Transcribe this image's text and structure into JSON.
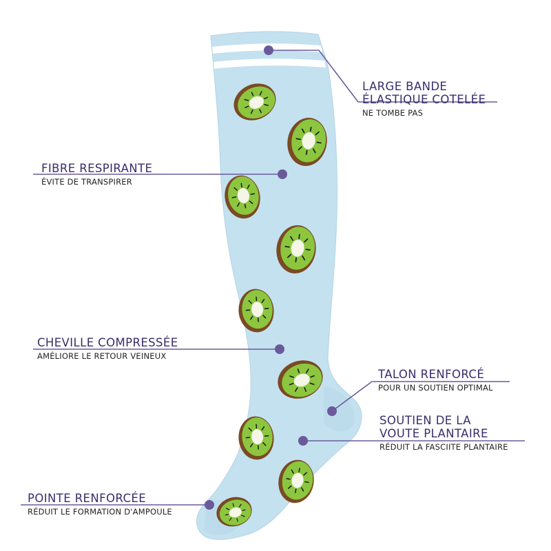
{
  "callouts": {
    "cuff": {
      "title_line1": "LARGE BANDE",
      "title_line2": "ÉLASTIQUE COTELÉE",
      "subtitle": "NE TOMBE PAS"
    },
    "fibre": {
      "title": "FIBRE RESPIRANTE",
      "subtitle": "ÉVITE DE TRANSPIRER"
    },
    "ankle": {
      "title": "CHEVILLE COMPRESSÉE",
      "subtitle": "AMÉLIORE LE RETOUR VEINEUX"
    },
    "heel": {
      "title": "TALON RENFORCÉ",
      "subtitle": "POUR UN SOUTIEN OPTIMAL"
    },
    "arch": {
      "title_line1": "SOUTIEN DE LA",
      "title_line2": "VOUTE PLANTAIRE",
      "subtitle": "RÉDUIT LA FASCIITE PLANTAIRE"
    },
    "toe": {
      "title": "POINTE RENFORCÉE",
      "subtitle": "RÉDUIT LE FORMATION D'AMPOULE"
    }
  },
  "colors": {
    "sock": "#c4e1f0",
    "cuff_stripe": "#ffffff",
    "kiwi_skin": "#7a4a22",
    "kiwi_flesh": "#8cc63f",
    "kiwi_center": "#f5f5e8",
    "accent": "#6b5a9a",
    "title_text": "#3a2d6c"
  },
  "icons": {
    "marker": "callout-dot-icon",
    "pattern": "kiwi-slice-icon"
  }
}
